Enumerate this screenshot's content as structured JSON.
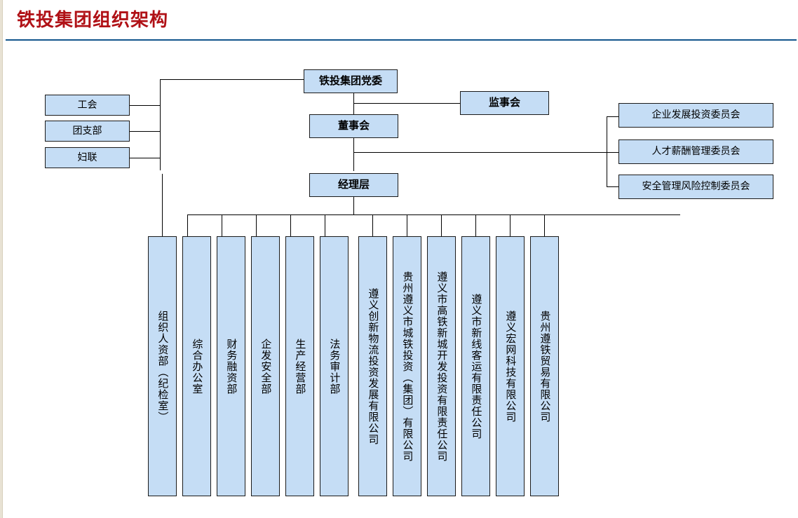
{
  "page": {
    "title": "铁投集团组织架构",
    "title_color": "#b01116",
    "rule_color": "#12558c",
    "box_fill": "#c5ddf5",
    "box_border": "#1a1a1a",
    "background": "#ffffff"
  },
  "top": {
    "party_committee": "铁投集团党委",
    "supervisory_board": "监事会",
    "board_of_directors": "董事会",
    "management": "经理层"
  },
  "left_groups": [
    {
      "label": "工会"
    },
    {
      "label": "团支部"
    },
    {
      "label": "妇联"
    }
  ],
  "committees": [
    {
      "label": "企业发展投资委员会"
    },
    {
      "label": "人才薪酬管理委员会"
    },
    {
      "label": "安全管理风险控制委员会"
    }
  ],
  "departments": [
    {
      "label": "组织人资部（纪检室）"
    },
    {
      "label": "综合办公室"
    },
    {
      "label": "财务融资部"
    },
    {
      "label": "企发安全部"
    },
    {
      "label": "生产经营部"
    },
    {
      "label": "法务审计部"
    },
    {
      "label": "遵义创新物流投资发展有限公司"
    },
    {
      "label": "贵州遵义市城铁投资（集团）有限公司"
    },
    {
      "label": "遵义市高铁新城开发投资有限责任公司"
    },
    {
      "label": "遵义市新线客运有限责任公司"
    },
    {
      "label": "遵义宏网科技有限公司"
    },
    {
      "label": "贵州遵铁贸易有限公司"
    }
  ]
}
